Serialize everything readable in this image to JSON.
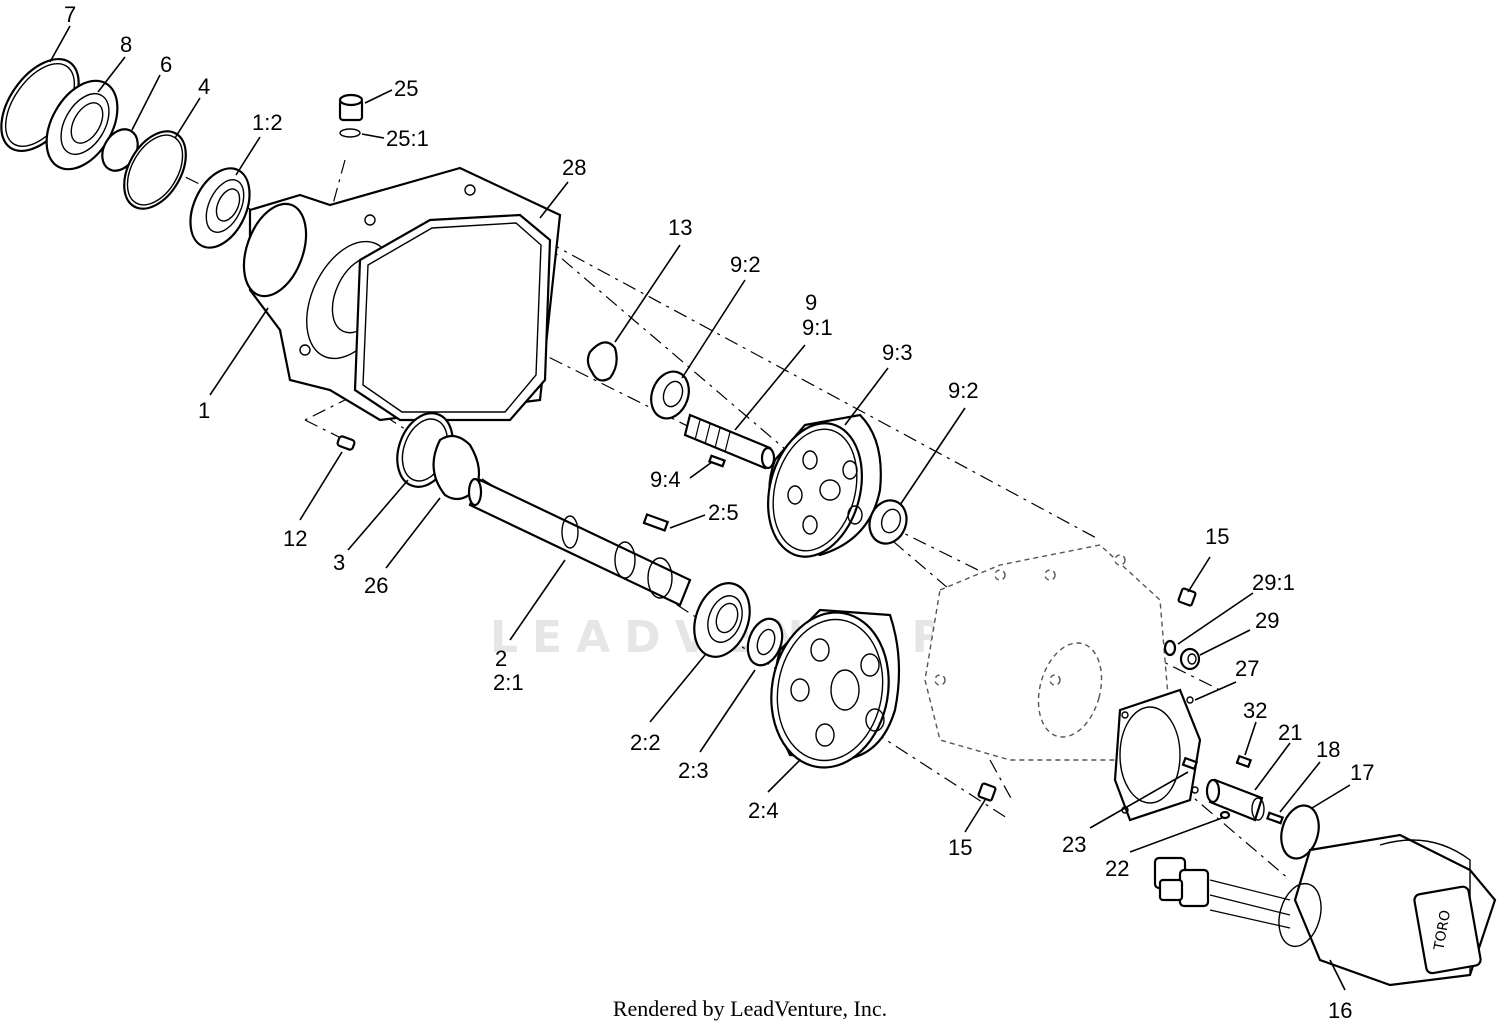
{
  "diagram": {
    "footer": "Rendered by LeadVenture, Inc.",
    "watermark": "LEADVENTURE",
    "callouts": [
      "7",
      "8",
      "6",
      "4",
      "1:2",
      "25",
      "25:1",
      "28",
      "13",
      "9:2",
      "9",
      "9:1",
      "9:3",
      "9:2",
      "1",
      "12",
      "3",
      "26",
      "9:4",
      "2:5",
      "2",
      "2:1",
      "2:2",
      "2:3",
      "2:4",
      "15",
      "29:1",
      "29",
      "27",
      "32",
      "21",
      "18",
      "17",
      "23",
      "22",
      "15",
      "16"
    ]
  }
}
